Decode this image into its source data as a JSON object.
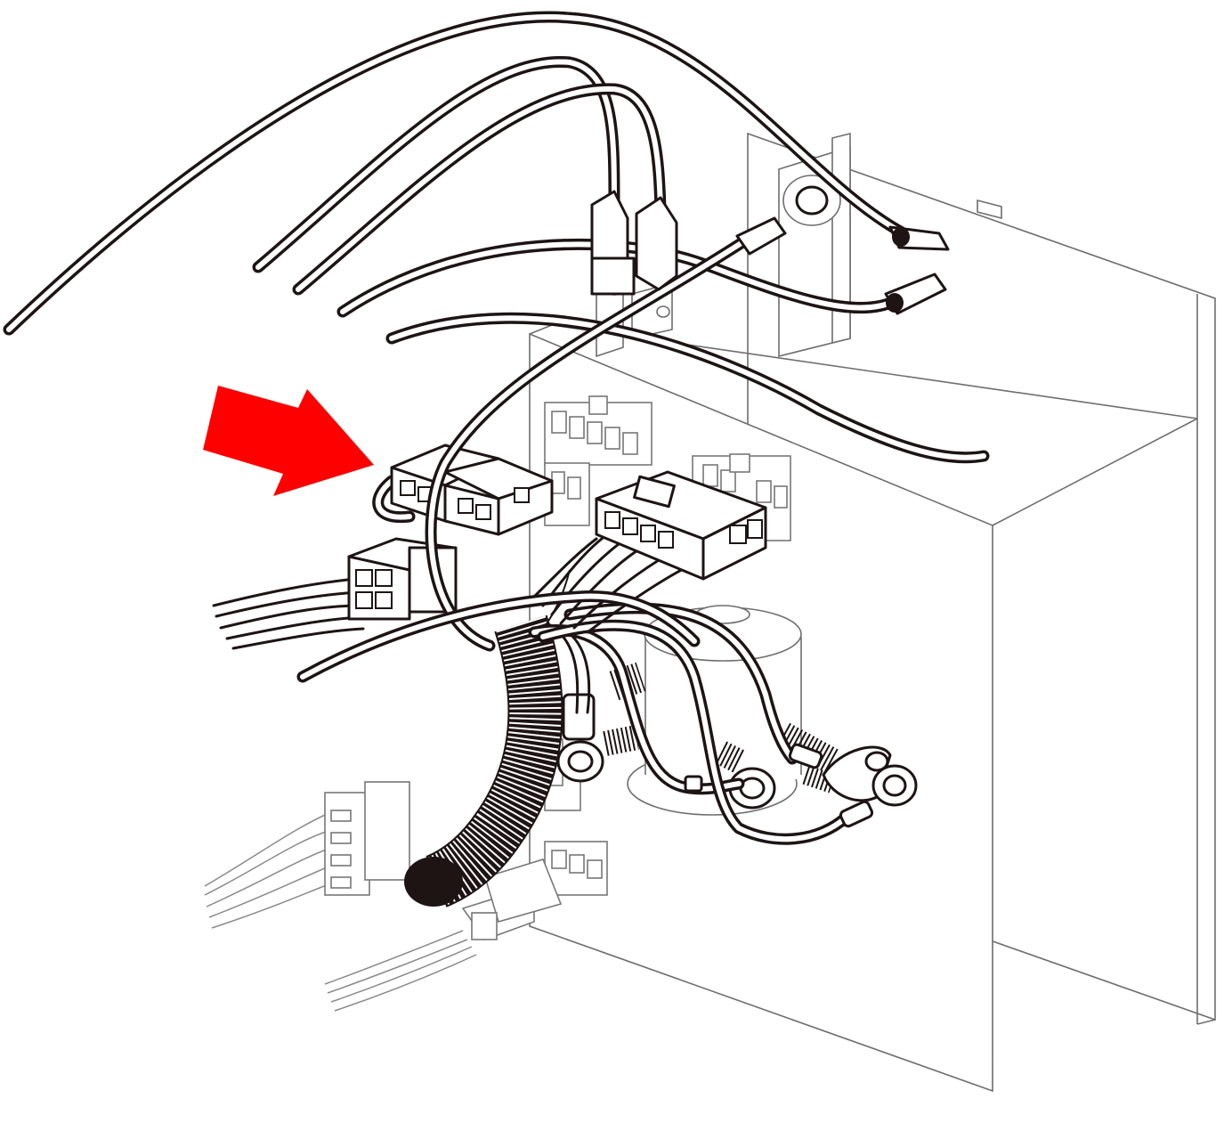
{
  "colors": {
    "background": "#ffffff",
    "cable": "#1e1414",
    "panel_outline": "#6e6e6e",
    "arrow": "#ff0000"
  },
  "elements": {
    "indicator_arrow": "red-arrow-pointing-at-connector",
    "highlighted_connector": "wire-splice-connector",
    "corrugated_conduit": "flexible-conduit",
    "terminals": "ring-terminals"
  }
}
